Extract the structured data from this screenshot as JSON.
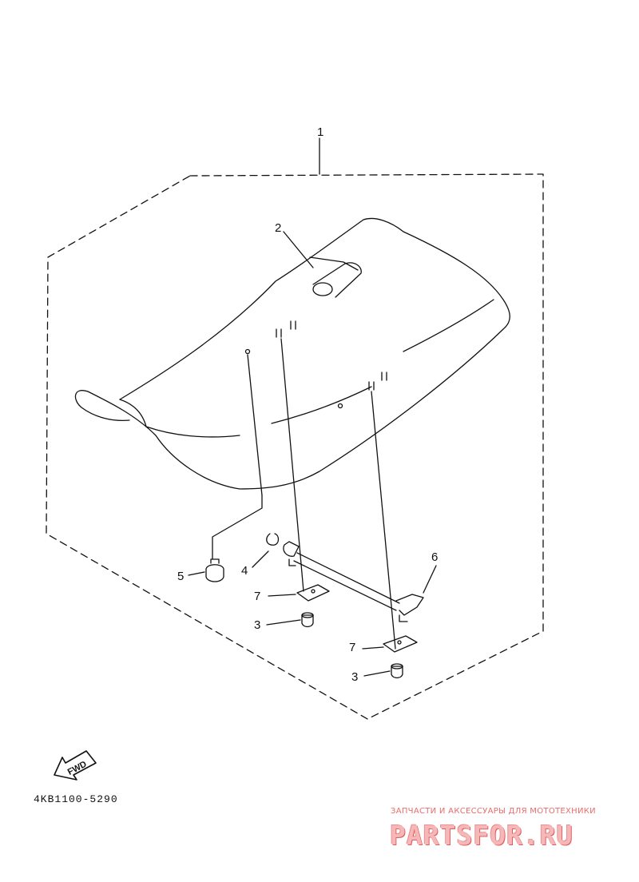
{
  "callouts": {
    "c1": "1",
    "c2": "2",
    "c3a": "3",
    "c3b": "3",
    "c4": "4",
    "c5": "5",
    "c6": "6",
    "c7a": "7",
    "c7b": "7"
  },
  "fwd_label": "FWD",
  "part_code": "4KB1100-5290",
  "watermark": {
    "tagline": "ЗАПЧАСТИ И АКСЕССУАРЫ ДЛЯ МОТОТЕХНИКИ",
    "logo": "PARTSFOR.RU"
  },
  "colors": {
    "line": "#111111",
    "watermark": "#e35d5d"
  }
}
